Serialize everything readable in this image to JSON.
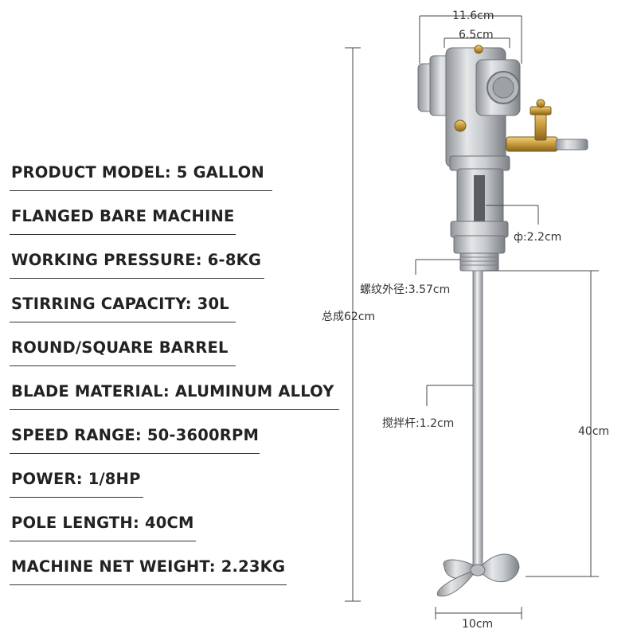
{
  "specs": [
    "PRODUCT MODEL: 5 GALLON",
    "FLANGED BARE MACHINE",
    "WORKING PRESSURE: 6-8KG",
    "STIRRING CAPACITY: 30L",
    "ROUND/SQUARE BARREL",
    "BLADE MATERIAL: ALUMINUM ALLOY",
    "SPEED RANGE: 50-3600RPM",
    "POWER: 1/8HP",
    "POLE LENGTH: 40CM",
    "MACHINE NET WEIGHT: 2.23KG"
  ],
  "dimensions": {
    "top_width": "11.6cm",
    "inner_width": "6.5cm",
    "neck_diameter": "ф:2.2cm",
    "thread_outer_diameter": "螺纹外径:3.57cm",
    "total_height": "总成62cm",
    "rod_diameter": "搅拌杆:1.2cm",
    "rod_length": "40cm",
    "blade_width": "10cm"
  }
}
